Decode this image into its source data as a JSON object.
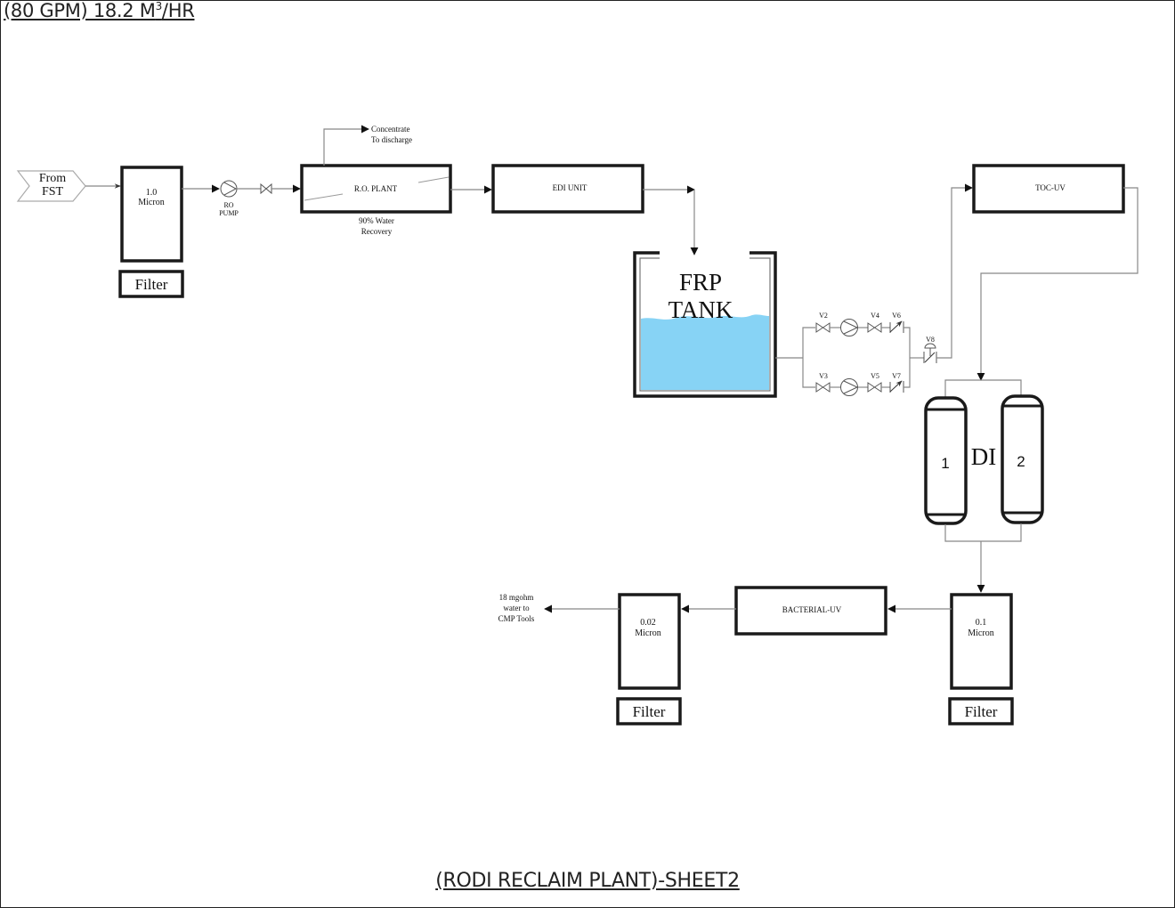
{
  "header": {
    "flow_rate": "(80 GPM) 18.2 M",
    "superscript": "3",
    "unit_suffix": "/HR"
  },
  "footer": {
    "sheet_title": "(RODI RECLAIM PLANT)-SHEET2"
  },
  "inlet": {
    "line1": "From",
    "line2": "FST"
  },
  "filter_1": {
    "rating_line1": "1.0",
    "rating_line2": "Micron",
    "tag": "Filter"
  },
  "ro_pump": {
    "line1": "RO",
    "line2": "PUMP"
  },
  "ro_plant": {
    "label": "R.O. PLANT",
    "note_line1": "90% Water",
    "note_line2": "Recovery"
  },
  "concentrate": {
    "line1": "Concentrate",
    "line2": "To discharge"
  },
  "edi_unit": {
    "label": "EDI UNIT"
  },
  "frp_tank": {
    "line1": "FRP",
    "line2": "TANK",
    "water_color": "#87d3f5"
  },
  "valves": {
    "v2": "V2",
    "v3": "V3",
    "v4": "V4",
    "v5": "V5",
    "v6": "V6",
    "v7": "V7",
    "v8": "V8"
  },
  "toc_uv": {
    "label": "TOC-UV"
  },
  "di": {
    "label": "DI",
    "vessel_1": "1",
    "vessel_2": "2"
  },
  "filter_2": {
    "rating_line1": "0.1",
    "rating_line2": "Micron",
    "tag": "Filter"
  },
  "bacterial_uv": {
    "label": "BACTERIAL-UV"
  },
  "filter_3": {
    "rating_line1": "0.02",
    "rating_line2": "Micron",
    "tag": "Filter"
  },
  "outlet": {
    "line1": "18 mgohm",
    "line2": "water to",
    "line3": "CMP Tools"
  }
}
